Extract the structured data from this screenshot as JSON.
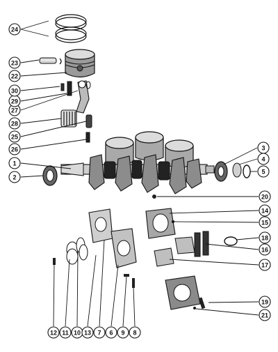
{
  "colors": {
    "ink": "#111111",
    "paper": "#ffffff",
    "metal": "#bdbdbd",
    "shade": "#6e6e6e"
  },
  "callouts": [
    {
      "id": "c1",
      "number": "1"
    },
    {
      "id": "c2",
      "number": "2"
    },
    {
      "id": "c3",
      "number": "3"
    },
    {
      "id": "c4",
      "number": "4"
    },
    {
      "id": "c5",
      "number": "5"
    },
    {
      "id": "c6",
      "number": "6"
    },
    {
      "id": "c7",
      "number": "7"
    },
    {
      "id": "c8",
      "number": "8"
    },
    {
      "id": "c9",
      "number": "9"
    },
    {
      "id": "c10",
      "number": "10"
    },
    {
      "id": "c11",
      "number": "11"
    },
    {
      "id": "c12",
      "number": "12"
    },
    {
      "id": "c13",
      "number": "13"
    },
    {
      "id": "c14",
      "number": "14"
    },
    {
      "id": "c15",
      "number": "15"
    },
    {
      "id": "c16",
      "number": "16"
    },
    {
      "id": "c17",
      "number": "17"
    },
    {
      "id": "c18",
      "number": "18"
    },
    {
      "id": "c19",
      "number": "19"
    },
    {
      "id": "c20",
      "number": "20"
    },
    {
      "id": "c21",
      "number": "21"
    },
    {
      "id": "c22",
      "number": "22"
    },
    {
      "id": "c23",
      "number": "23"
    },
    {
      "id": "c24",
      "number": "24"
    },
    {
      "id": "c25",
      "number": "25"
    },
    {
      "id": "c26",
      "number": "26"
    },
    {
      "id": "c27",
      "number": "27"
    },
    {
      "id": "c28",
      "number": "28"
    },
    {
      "id": "c29",
      "number": "29"
    },
    {
      "id": "c30",
      "number": "30"
    }
  ]
}
